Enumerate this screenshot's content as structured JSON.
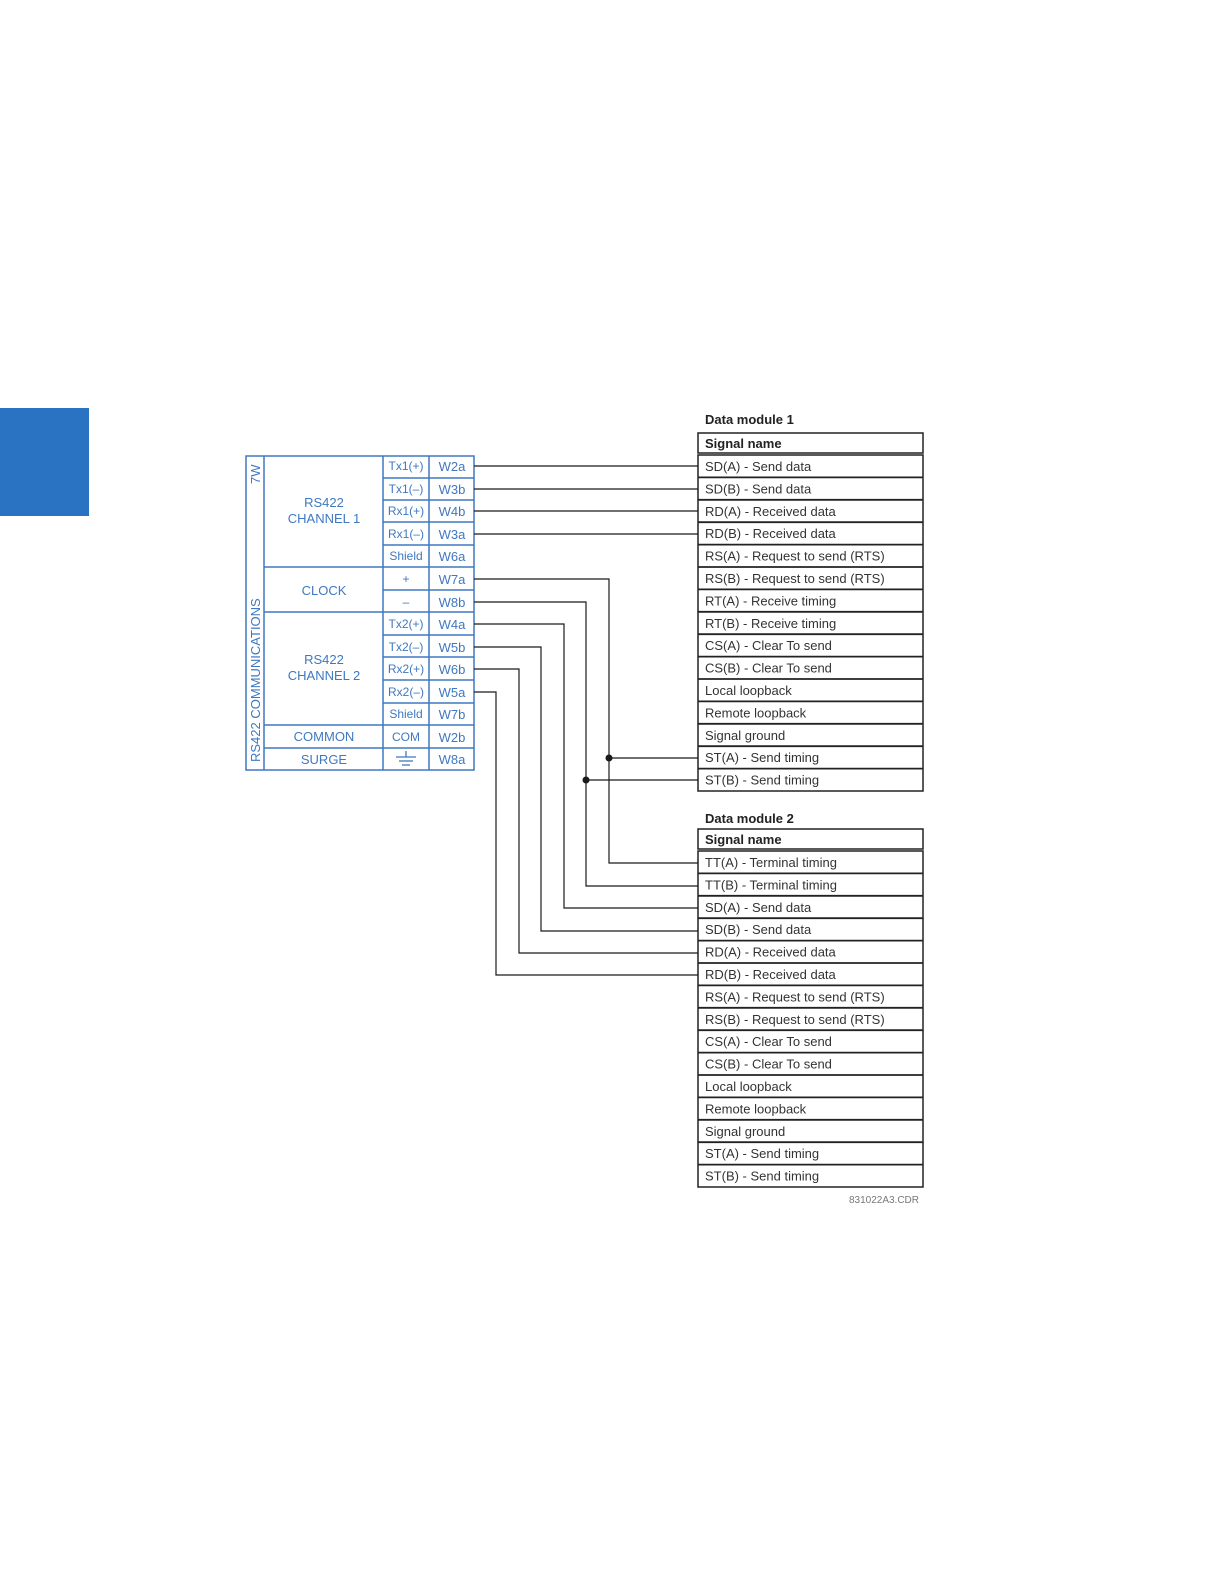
{
  "colors": {
    "accent": "#2a73c2",
    "module_outline": "#3f78c2",
    "wire": "#1a1a1a"
  },
  "module": {
    "vertical_label": "RS422 COMMUNICATIONS",
    "slot_label": "7W",
    "groups": [
      {
        "label_line1": "RS422",
        "label_line2": "CHANNEL 1"
      },
      {
        "label_line1": "CLOCK",
        "label_line2": ""
      },
      {
        "label_line1": "RS422",
        "label_line2": "CHANNEL 2"
      },
      {
        "label_line1": "COMMON",
        "label_line2": ""
      },
      {
        "label_line1": "SURGE",
        "label_line2": ""
      }
    ],
    "rows": [
      {
        "signal": "Tx1(+)",
        "terminal": "W2a"
      },
      {
        "signal": "Tx1(–)",
        "terminal": "W3b"
      },
      {
        "signal": "Rx1(+)",
        "terminal": "W4b"
      },
      {
        "signal": "Rx1(–)",
        "terminal": "W3a"
      },
      {
        "signal": "Shield",
        "terminal": "W6a"
      },
      {
        "signal": "+",
        "terminal": "W7a"
      },
      {
        "signal": "–",
        "terminal": "W8b"
      },
      {
        "signal": "Tx2(+)",
        "terminal": "W4a"
      },
      {
        "signal": "Tx2(–)",
        "terminal": "W5b"
      },
      {
        "signal": "Rx2(+)",
        "terminal": "W6b"
      },
      {
        "signal": "Rx2(–)",
        "terminal": "W5a"
      },
      {
        "signal": "Shield",
        "terminal": "W7b"
      },
      {
        "signal": "COM",
        "terminal": "W2b"
      },
      {
        "signal": "",
        "terminal": "W8a",
        "icon": "ground-icon"
      }
    ]
  },
  "data_module_1": {
    "title": "Data module 1",
    "header": "Signal name",
    "signals": [
      "SD(A) - Send data",
      "SD(B) - Send data",
      "RD(A) - Received data",
      "RD(B) - Received data",
      "RS(A) - Request to send (RTS)",
      "RS(B) - Request to send (RTS)",
      "RT(A) - Receive timing",
      "RT(B) - Receive timing",
      "CS(A) - Clear To send",
      "CS(B) - Clear To send",
      "Local loopback",
      "Remote loopback",
      "Signal ground",
      "ST(A) - Send timing",
      "ST(B) - Send timing"
    ]
  },
  "data_module_2": {
    "title": "Data module 2",
    "header": "Signal name",
    "signals": [
      "TT(A) - Terminal timing",
      "TT(B) - Terminal timing",
      "SD(A) - Send data",
      "SD(B) - Send data",
      "RD(A) - Received data",
      "RD(B) - Received data",
      "RS(A) - Request to send (RTS)",
      "RS(B) - Request to send (RTS)",
      "CS(A) - Clear To send",
      "CS(B) - Clear To send",
      "Local loopback",
      "Remote loopback",
      "Signal ground",
      "ST(A) - Send timing",
      "ST(B) - Send timing"
    ]
  },
  "drawing_id": "831022A3.CDR"
}
